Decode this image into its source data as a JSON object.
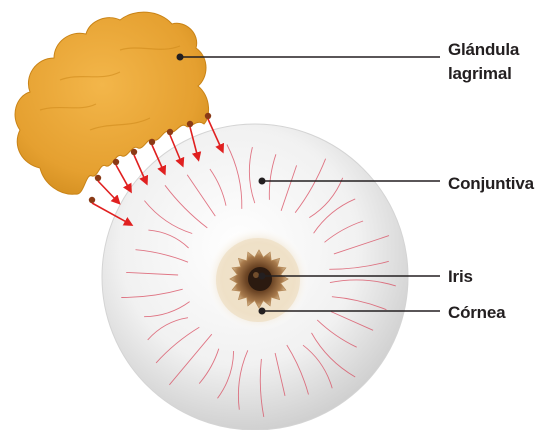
{
  "labels": {
    "lacrimal_gland_line1": "Glándula",
    "lacrimal_gland_line2": "lagrimal",
    "conjunctiva": "Conjuntiva",
    "iris": "Iris",
    "cornea": "Córnea"
  },
  "colors": {
    "gland": "#e8a234",
    "gland_outline": "#c98316",
    "vessels": "#d84a5e",
    "tear_arrows": "#e02020",
    "leader_lines": "#231f20",
    "iris": "#8a5a2e",
    "pupil": "#2b1a10",
    "sclera": "#ececec"
  }
}
